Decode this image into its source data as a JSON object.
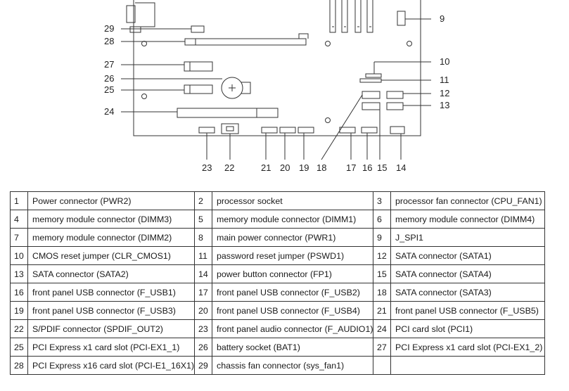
{
  "callouts": [
    {
      "num": "29"
    },
    {
      "num": "28"
    },
    {
      "num": "27"
    },
    {
      "num": "26"
    },
    {
      "num": "25"
    },
    {
      "num": "24"
    },
    {
      "num": "9"
    },
    {
      "num": "10"
    },
    {
      "num": "11"
    },
    {
      "num": "12"
    },
    {
      "num": "13"
    },
    {
      "num": "23"
    },
    {
      "num": "22"
    },
    {
      "num": "21"
    },
    {
      "num": "20"
    },
    {
      "num": "19"
    },
    {
      "num": "18"
    },
    {
      "num": "17"
    },
    {
      "num": "16"
    },
    {
      "num": "15"
    },
    {
      "num": "14"
    }
  ],
  "table": {
    "rows": [
      [
        {
          "num": "1",
          "label": "Power connector (PWR2)"
        },
        {
          "num": "2",
          "label": "processor socket"
        },
        {
          "num": "3",
          "label": "processor fan connector (CPU_FAN1)"
        }
      ],
      [
        {
          "num": "4",
          "label": "memory module connector (DIMM3)"
        },
        {
          "num": "5",
          "label": "memory module connector (DIMM1)"
        },
        {
          "num": "6",
          "label": "memory module connector (DIMM4)"
        }
      ],
      [
        {
          "num": "7",
          "label": "memory module connector (DIMM2)"
        },
        {
          "num": "8",
          "label": "main power connector (PWR1)"
        },
        {
          "num": "9",
          "label": "J_SPI1"
        }
      ],
      [
        {
          "num": "10",
          "label": "CMOS reset jumper (CLR_CMOS1)"
        },
        {
          "num": "11",
          "label": "password reset jumper (PSWD1)"
        },
        {
          "num": "12",
          "label": "SATA connector (SATA1)"
        }
      ],
      [
        {
          "num": "13",
          "label": "SATA connector (SATA2)"
        },
        {
          "num": "14",
          "label": "power button connector (FP1)"
        },
        {
          "num": "15",
          "label": "SATA connector (SATA4)"
        }
      ],
      [
        {
          "num": "16",
          "label": "front panel USB connector (F_USB1)"
        },
        {
          "num": "17",
          "label": "front panel USB connector (F_USB2)"
        },
        {
          "num": "18",
          "label": "SATA connector (SATA3)"
        }
      ],
      [
        {
          "num": "19",
          "label": "front panel USB connector (F_USB3)"
        },
        {
          "num": "20",
          "label": "front panel USB connector (F_USB4)"
        },
        {
          "num": "21",
          "label": "front panel USB connector (F_USB5)"
        }
      ],
      [
        {
          "num": "22",
          "label": "S/PDIF connector (SPDIF_OUT2)"
        },
        {
          "num": "23",
          "label": "front panel audio connector (F_AUDIO1)"
        },
        {
          "num": "24",
          "label": "PCI card slot (PCI1)"
        }
      ],
      [
        {
          "num": "25",
          "label": "PCI Express x1 card slot (PCI-EX1_1)"
        },
        {
          "num": "26",
          "label": "battery socket (BAT1)"
        },
        {
          "num": "27",
          "label": "PCI Express x1 card slot (PCI-EX1_2)"
        }
      ],
      [
        {
          "num": "28",
          "label": "PCI Express x16 card slot (PCI-E1_16X1)"
        },
        {
          "num": "29",
          "label": "chassis fan connector (sys_fan1)"
        },
        {
          "num": "",
          "label": ""
        }
      ]
    ]
  }
}
